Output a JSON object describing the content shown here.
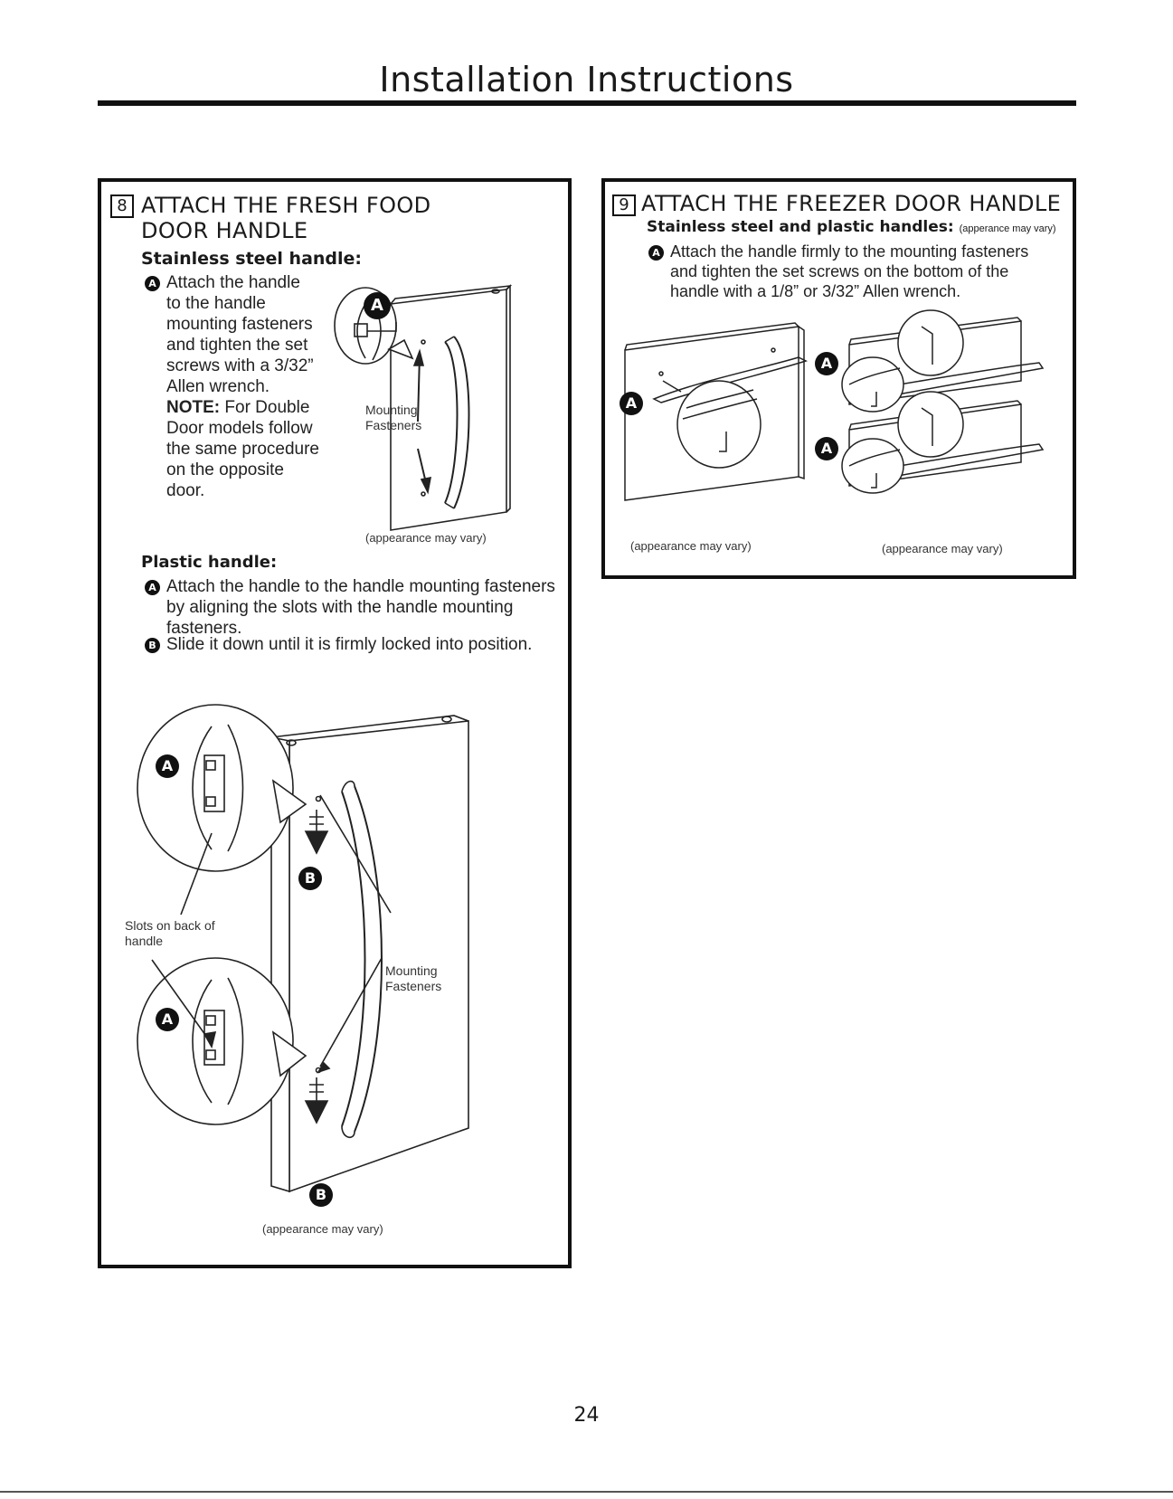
{
  "page": {
    "title": "Installation Instructions",
    "page_number": "24"
  },
  "step8": {
    "number": "8",
    "title_line1": "ATTACH THE FRESH FOOD",
    "title_line2": "DOOR HANDLE",
    "stainless_heading": "Stainless steel handle:",
    "stainless_bullet": "A",
    "stainless_lines": [
      "Attach the handle",
      "to the handle",
      "mounting fasteners",
      "and tighten the set",
      "screws with a 3/32”",
      "Allen wrench."
    ],
    "note_label": "NOTE:",
    "note_lines": [
      "For Double",
      "Door models follow",
      "the same procedure",
      "on the opposite",
      "door."
    ],
    "fig1_label_line1": "Mounting",
    "fig1_label_line2": "Fasteners",
    "fig1_callout": "A",
    "fig1_caption": "(appearance may vary)",
    "plastic_heading": "Plastic handle:",
    "plastic_a_bullet": "A",
    "plastic_a_lines": [
      "Attach the handle to the handle mounting fasteners",
      "by aligning the slots with the handle mounting",
      "fasteners."
    ],
    "plastic_b_bullet": "B",
    "plastic_b_text": "Slide it down until it is firmly locked into position.",
    "fig2_slots_line1": "Slots on back of",
    "fig2_slots_line2": "handle",
    "fig2_mount_line1": "Mounting",
    "fig2_mount_line2": "Fasteners",
    "fig2_callout_a": "A",
    "fig2_callout_b": "B",
    "fig2_caption": "(appearance may vary)"
  },
  "step9": {
    "number": "9",
    "title": "ATTACH THE FREEZER DOOR HANDLE",
    "heading": "Stainless steel and plastic handles:",
    "heading_note": "(apperance may vary)",
    "bullet": "A",
    "lines": [
      "Attach the handle firmly to the mounting fasteners",
      "and tighten the set screws on the bottom of the",
      "handle with a 1/8” or 3/32” Allen wrench."
    ],
    "fig_callout": "A",
    "caption_left": "(appearance may vary)",
    "caption_right": "(appearance may vary)"
  }
}
